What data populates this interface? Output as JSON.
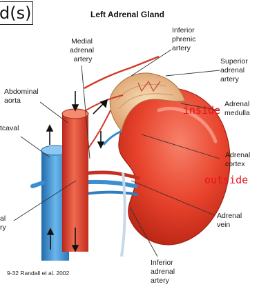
{
  "header": {
    "boxed_title": "d(s)",
    "figure_title": "Left Adrenal Gland"
  },
  "labels": {
    "medial_adrenal_artery": [
      "Medial",
      "adrenal",
      "artery"
    ],
    "inferior_phrenic_artery": [
      "Inferior",
      "phrenic",
      "artery"
    ],
    "superior_adrenal_artery": [
      "Superior",
      "adrenal",
      "artery"
    ],
    "abdominal_aorta": [
      "Abdominal",
      "aorta"
    ],
    "postcaval_vein": [
      "tcaval",
      ""
    ],
    "adrenal_medulla": [
      "Adrenal",
      "medulla"
    ],
    "adrenal_cortex": [
      "Adrenal",
      "cortex"
    ],
    "adrenal_vein": [
      "Adrenal",
      "vein"
    ],
    "renal_artery": [
      "al",
      "ry"
    ],
    "inferior_adrenal_artery": [
      "Inferior",
      "adrenal",
      "artery"
    ]
  },
  "annotations": {
    "inside": "inside",
    "outside": "outside"
  },
  "citation": "9-32  Randall et al. 2002",
  "colors": {
    "kidney": "#e8432c",
    "aorta": "#e2412a",
    "vena_cava": "#3a8fd0",
    "adrenal_gland": "#f0c99a",
    "annotation_red": "#e8131b"
  }
}
